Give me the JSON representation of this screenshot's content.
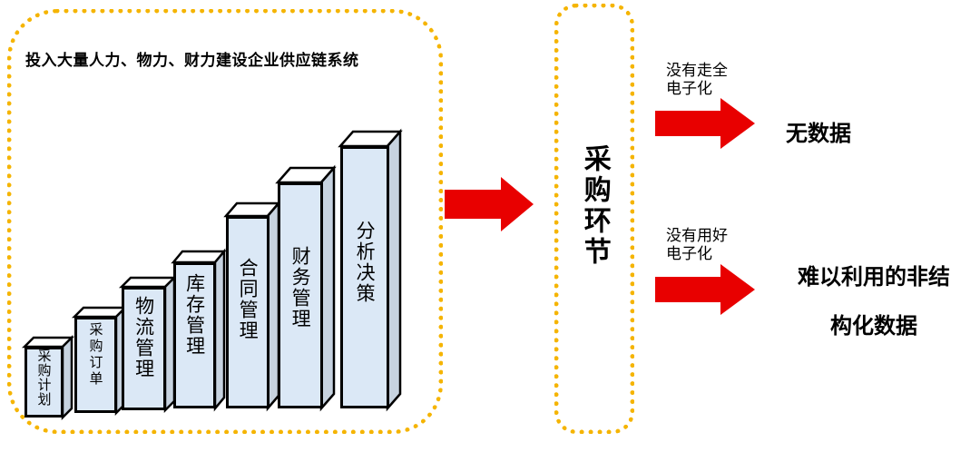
{
  "frame_title": "投入大量人力、物力、财力建设企业供应链系统",
  "blocks": [
    "采购计划",
    "采购订单",
    "物流管理",
    "库存管理",
    "合同管理",
    "财务管理",
    "分析决策"
  ],
  "process_label": "采购环节",
  "outcomes": [
    {
      "note_line1": "没有走全",
      "note_line2": "电子化",
      "result": "无数据"
    },
    {
      "note_line1": "没有用好",
      "note_line2": "电子化",
      "result_line1": "难以利用的非结",
      "result_line2": "构化数据"
    }
  ],
  "colors": {
    "frame": "#f5b400",
    "arrow": "#e80000",
    "block_face": "#dbe8f6"
  }
}
